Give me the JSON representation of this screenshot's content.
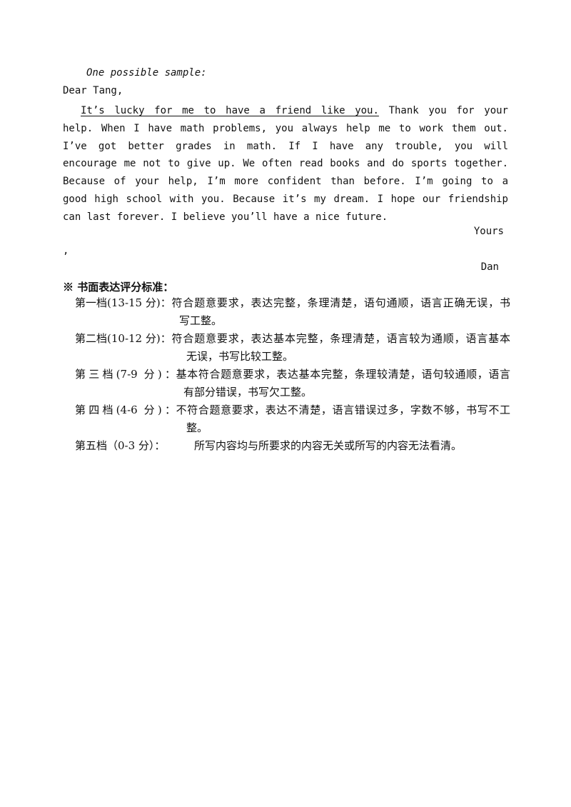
{
  "sample_label": "One possible sample:",
  "letter": {
    "greeting": "Dear Tang,",
    "first_line_underlined": "It’s lucky for me to have a friend like you.",
    "first_line_rest": " Thank you for your",
    "lines": [
      "help. When I have math problems, you always help me to work them out.",
      "I’ve got better grades in math. If I have any trouble, you will",
      "encourage me not to give up. We often read books and do sports together.",
      "Because of your help, I’m more confident than before. I’m going to a",
      "good high school with you. Because it’s my dream. I hope our friendship",
      "can last forever. I believe you’ll have a nice future."
    ],
    "closing": "Yours",
    "closing_comma": ",",
    "signature": "Dan"
  },
  "rubric": {
    "title": "※ 书面表达评分标准：",
    "levels": [
      {
        "label": "第一档(13-15 分)：",
        "line1": "符合题意要求，表达完整，条理清楚，语句通顺，语言正确无误，书",
        "line2": "写工整。"
      },
      {
        "label": "第二档(10-12 分)：",
        "line1": "符合题意要求，表达基本完整，条理清楚，语言较为通顺，语言基本",
        "line2": "无误，书写比较工整。"
      },
      {
        "label": "第三档(7-9 分)：",
        "line1": "基本符合题意要求，表达基本完整，条理较清楚，语句较通顺，语言",
        "line2": "有部分错误，书写欠工整。"
      },
      {
        "label": "第四档(4-6 分)：",
        "line1": "不符合题意要求，表达不清楚，语言错误过多，字数不够，书写不工",
        "line2": "整。"
      },
      {
        "label": "第五档（0-3 分）：",
        "line1": "所写内容均与所要求的内容无关或所写的内容无法看清。",
        "line2": ""
      }
    ]
  }
}
